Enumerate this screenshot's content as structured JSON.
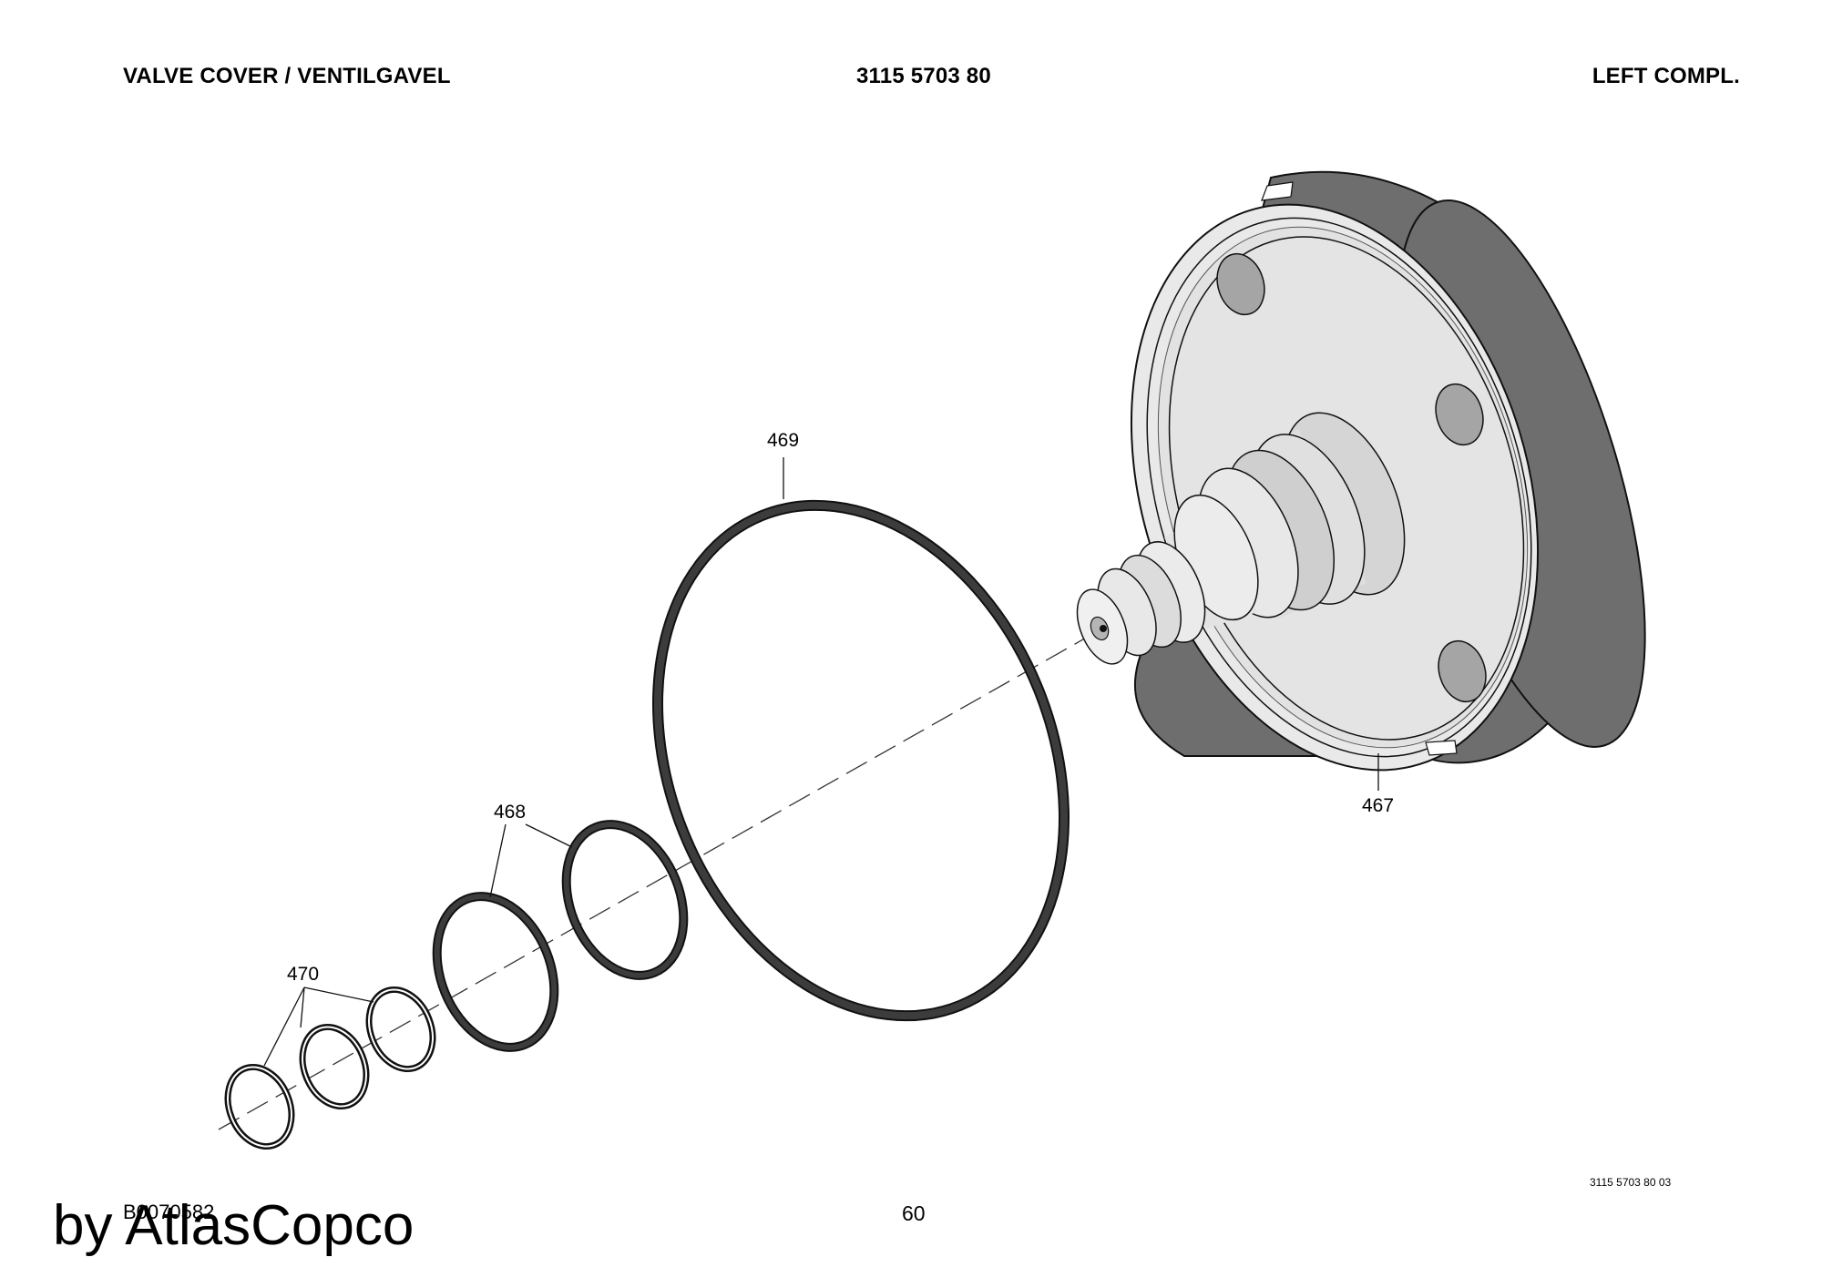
{
  "header": {
    "title": "VALVE COVER / VENTILGAVEL",
    "part_number": "3115 5703 80",
    "variant": "LEFT COMPL."
  },
  "callouts": {
    "cover": "467",
    "small_orings": "468",
    "large_oring": "469",
    "backup_rings": "470"
  },
  "footer": {
    "drawing_code": "3115 5703 80 03",
    "figure_id": "B0070582",
    "page_number": "60",
    "watermark": "by AtlasCopco"
  },
  "colors": {
    "outline": "#111111",
    "rim": "#6e6e6e",
    "face": "#e6e6e6",
    "hole": "#a5a5a5",
    "ring": "#3c3c3c"
  }
}
